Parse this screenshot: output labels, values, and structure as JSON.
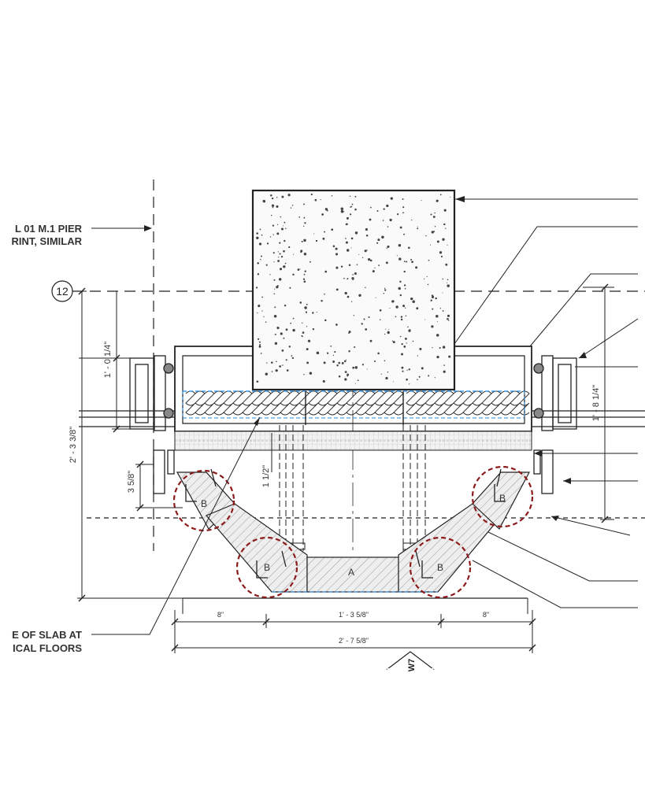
{
  "notes": {
    "pier_line1": "L 01 M.1 PIER",
    "pier_line2": "RINT, SIMILAR",
    "slab_line1": "E OF SLAB AT",
    "slab_line2": "ICAL FLOORS"
  },
  "grid_bubble": "12",
  "section_marker": "W7",
  "dimensions": {
    "left_height": "2' - 3 3/8\"",
    "left_upper": "1' - 0 1/4\"",
    "right_height": "1' - 8 1/4\"",
    "small_left": "3 5/8\"",
    "gap": "1 1/2\"",
    "bottom_left": "8\"",
    "bottom_mid": "1' - 3 5/8\"",
    "bottom_right": "8\"",
    "bottom_total": "2' - 7 5/8\""
  },
  "panel_tags": {
    "a": "A",
    "b1": "B",
    "b2": "B",
    "b3": "B",
    "b4": "B"
  },
  "colors": {
    "line": "#222222",
    "highlight_circle": "#8b1a1a",
    "insulation_line": "#1e88e5"
  }
}
